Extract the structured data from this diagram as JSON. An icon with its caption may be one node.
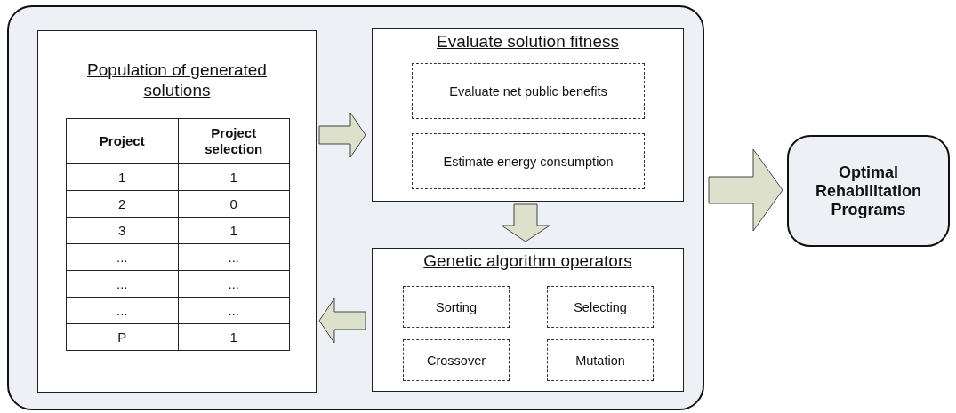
{
  "diagram": {
    "nodes": [
      {
        "text": [],
        "shape": "box"
      },
      {
        "text": [
          "Population of generated solutions"
        ],
        "in": 0
      },
      {
        "text": [
          "Evaluate solution fitness"
        ],
        "in": 0
      },
      {
        "text": [
          "Evaluate net public benefits"
        ],
        "in": 2
      },
      {
        "text": [
          "Estimate energy consumption"
        ],
        "in": 2
      },
      {
        "text": [
          "Genetic algorithm operators"
        ],
        "in": 0
      },
      {
        "text": [
          "Sorting"
        ],
        "in": 5
      },
      {
        "text": [
          "Selecting"
        ],
        "in": 5
      },
      {
        "text": [
          "Crossover"
        ],
        "in": 5
      },
      {
        "text": [
          "Mutation"
        ],
        "in": 5
      },
      {
        "text": [
          "Optimal Rehabilitation Programs"
        ]
      }
    ],
    "edges": [
      {
        "from": 1,
        "to": 2,
        "arrow": "to"
      },
      {
        "from": 2,
        "to": 5,
        "arrow": "to"
      },
      {
        "from": 5,
        "to": 1,
        "arrow": "to"
      },
      {
        "from": 0,
        "to": 10,
        "arrow": "to"
      }
    ],
    "labels": [
      "Project",
      "Project selection",
      "1",
      "1",
      "2",
      "0",
      "3",
      "1",
      "...",
      "...",
      "...",
      "...",
      "...",
      "...",
      "P",
      "1"
    ]
  }
}
